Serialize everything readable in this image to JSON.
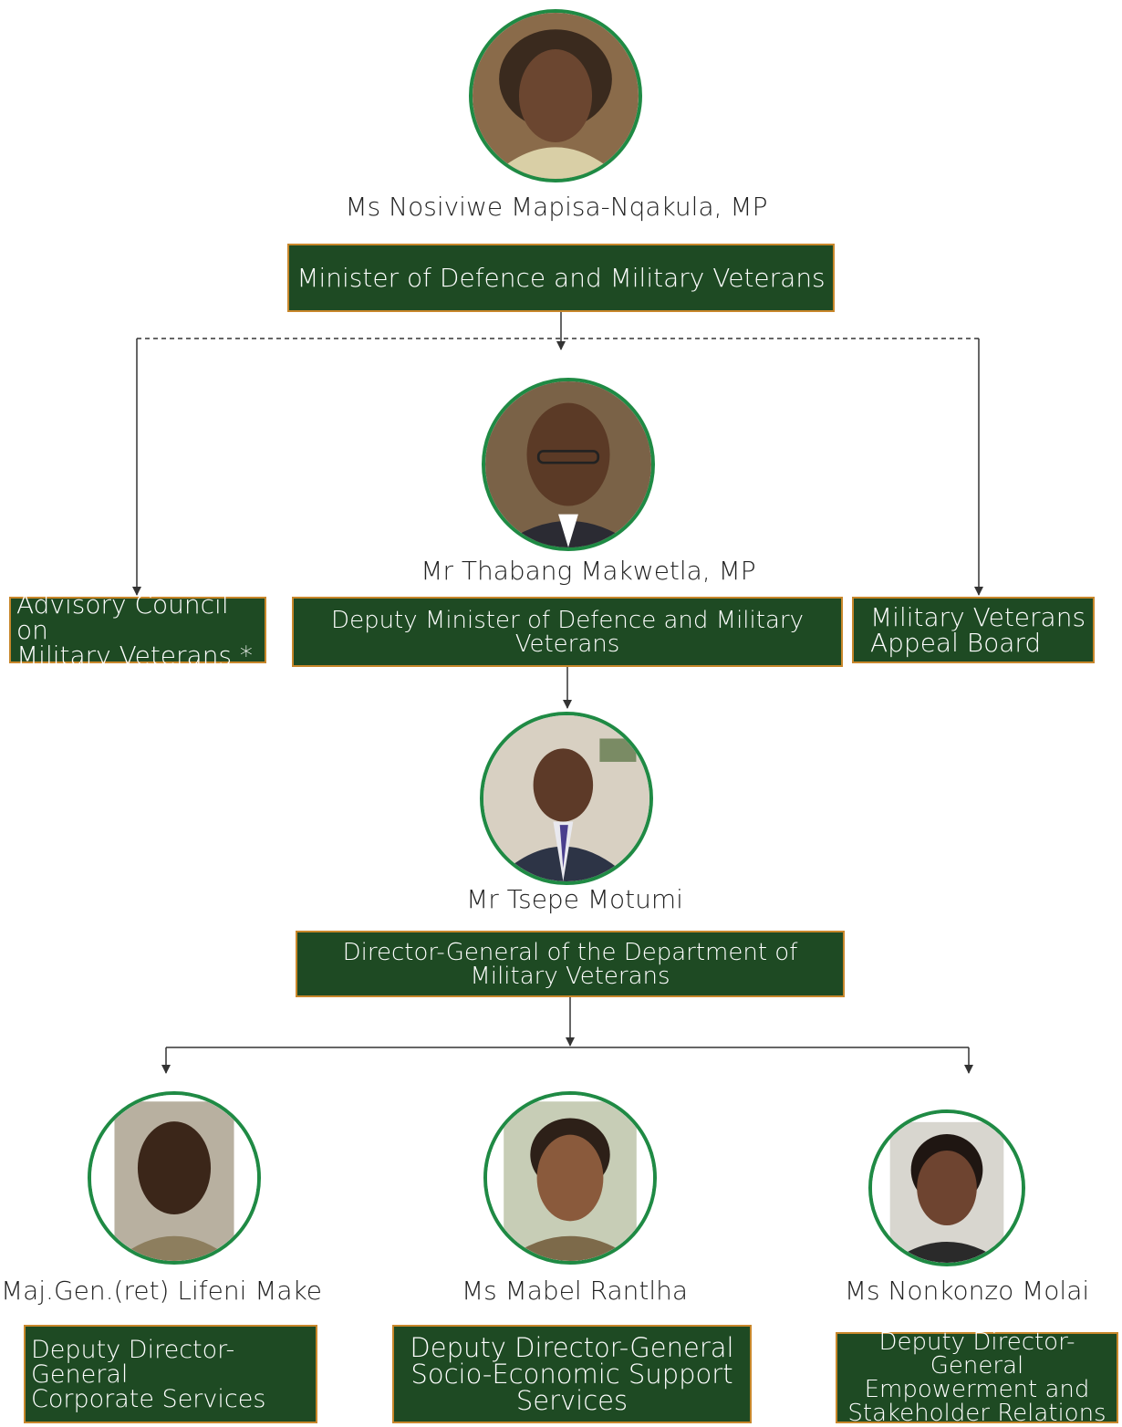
{
  "nodes": {
    "minister": {
      "name": "Ms Nosiviwe Mapisa-Nqakula, MP",
      "title": "Minister of Defence and Military Veterans"
    },
    "advisory": {
      "line1": "Advisory Council on",
      "line2": "Military Veterans *"
    },
    "deputy_minister": {
      "name": "Mr Thabang Makwetla, MP",
      "title": "Deputy Minister of Defence and Military Veterans"
    },
    "appeal_board": {
      "line1": "Military Veterans",
      "line2": "Appeal Board"
    },
    "director_general": {
      "name": "Mr Tsepe Motumi",
      "line1": "Director-General of the Department of",
      "line2": "Military Veterans"
    },
    "ddg_corporate": {
      "name": "Maj.Gen.(ret) Lifeni Make",
      "line1": "Deputy Director-General",
      "line2": "Corporate Services"
    },
    "ddg_socio": {
      "name": "Ms Mabel Rantlha",
      "line1": "Deputy Director-General",
      "line2": "Socio-Economic Support",
      "line3": "Services"
    },
    "ddg_empowerment": {
      "name": "Ms Nonkonzo Molai",
      "line1": "Deputy Director-General",
      "line2": "Empowerment and",
      "line3": "Stakeholder Relations"
    }
  },
  "colors": {
    "box_fill": "#1e4a23",
    "box_border": "#c8872b",
    "photo_ring": "#1f8a44",
    "connector": "#333333"
  }
}
